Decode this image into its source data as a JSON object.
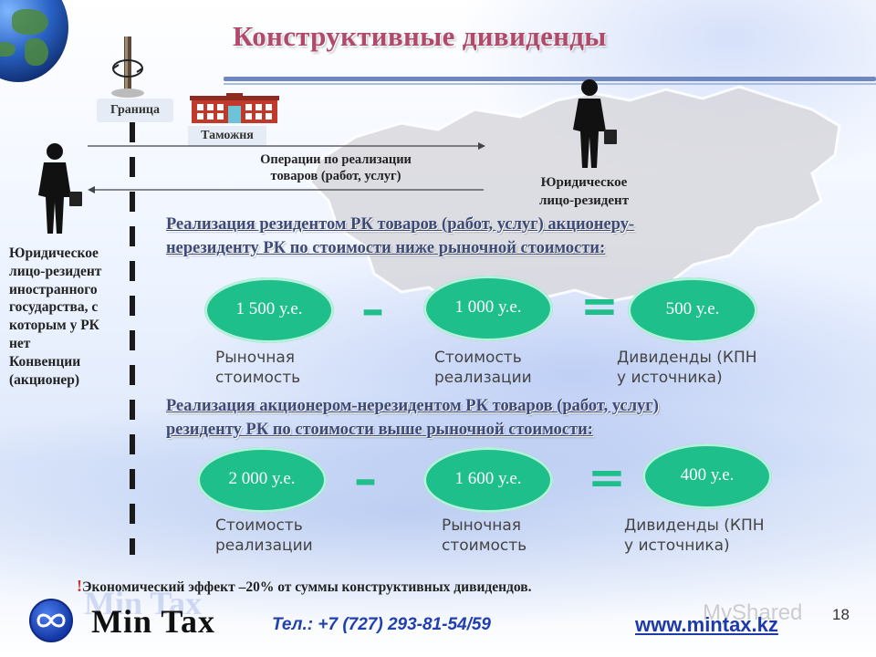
{
  "title": "Конструктивные дивиденды",
  "labels": {
    "border": "Граница",
    "customs": "Таможня",
    "operations_line1": "Операции по реализации",
    "operations_line2": "товаров (работ, услуг)",
    "resident_line1": "Юридическое",
    "resident_line2": "лицо-резидент",
    "foreign_lines": [
      "Юридическое",
      "лицо-резидент",
      "иностранного",
      "государства, с",
      "которым у РК",
      "нет",
      "Конвенции",
      "(акционер)"
    ]
  },
  "case1": {
    "heading_line1": "Реализация резидентом РК товаров (работ, услуг) акционеру-",
    "heading_line2": "нерезиденту РК по стоимости ниже рыночной стоимости:",
    "values": [
      "1 500 у.е.",
      "1 000 у.е.",
      "500 у.е."
    ],
    "operators": [
      "–",
      "="
    ],
    "captions": [
      [
        "Рыночная",
        "стоимость"
      ],
      [
        "Стоимость",
        "реализации"
      ],
      [
        "Дивиденды (КПН",
        "у источника)"
      ]
    ]
  },
  "case2": {
    "heading_line1": "Реализация акционером-нерезидентом РК товаров (работ, услуг)",
    "heading_line2": "резиденту РК по стоимости выше рыночной стоимости:",
    "values": [
      "2 000 у.е.",
      "1 600 у.е.",
      "400 у.е."
    ],
    "operators": [
      "–",
      "="
    ],
    "captions": [
      [
        "Стоимость",
        "реализации"
      ],
      [
        "Рыночная",
        "стоимость"
      ],
      [
        "Дивиденды (КПН",
        "у источника)"
      ]
    ]
  },
  "footer": {
    "exclamation": "!",
    "note": "Экономический эффект –20% от суммы конструктивных дивидендов.",
    "logo": "Min Tax",
    "phone": "Тел.: +7 (727) 293-81-54/59",
    "website": "www.mintax.kz",
    "watermark": "MyShared",
    "page_number": "18"
  },
  "colors": {
    "accent_oval": "#1fbf8c",
    "title": "#b04a6b",
    "heading": "#3d4a78",
    "link": "#1d3aa8"
  }
}
